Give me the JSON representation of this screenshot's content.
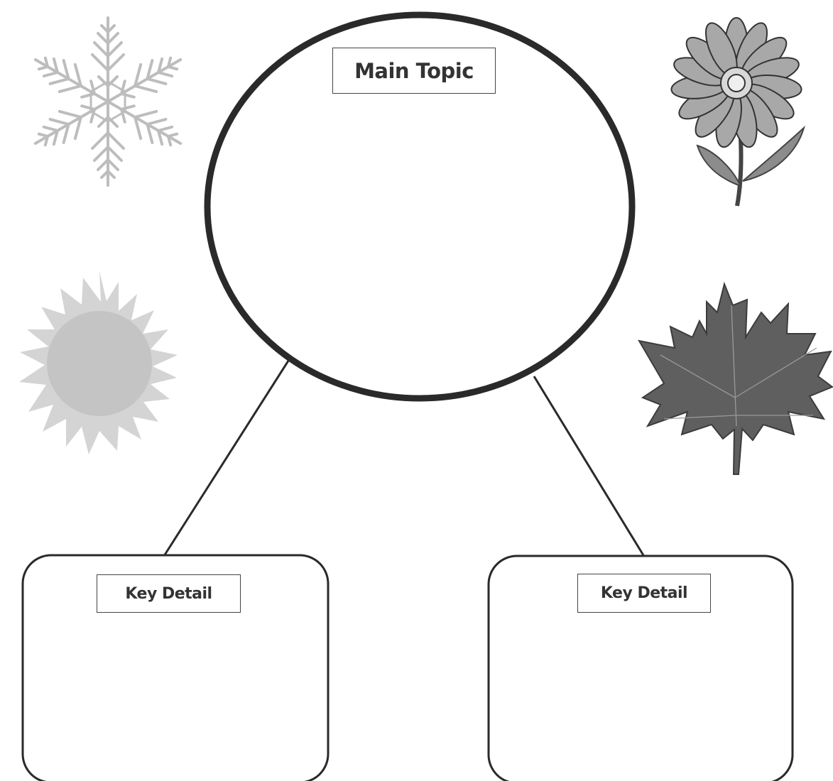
{
  "main_topic": {
    "label": "Main Topic"
  },
  "key_details": [
    {
      "label": "Key Detail"
    },
    {
      "label": "Key Detail"
    }
  ],
  "decorations": {
    "snowflake": {
      "icon": "snowflake-icon",
      "color": "#bdbdbd"
    },
    "flower": {
      "icon": "flower-icon",
      "petal_color": "#a8a8a8",
      "center_color": "#d8d8d8"
    },
    "sun": {
      "icon": "sun-icon",
      "color": "#c4c4c4",
      "ray_color": "#cfcfcf"
    },
    "leaf": {
      "icon": "maple-leaf-icon",
      "color": "#5f5f5f"
    }
  },
  "colors": {
    "outline": "#2a2a2a",
    "background": "#ffffff"
  }
}
